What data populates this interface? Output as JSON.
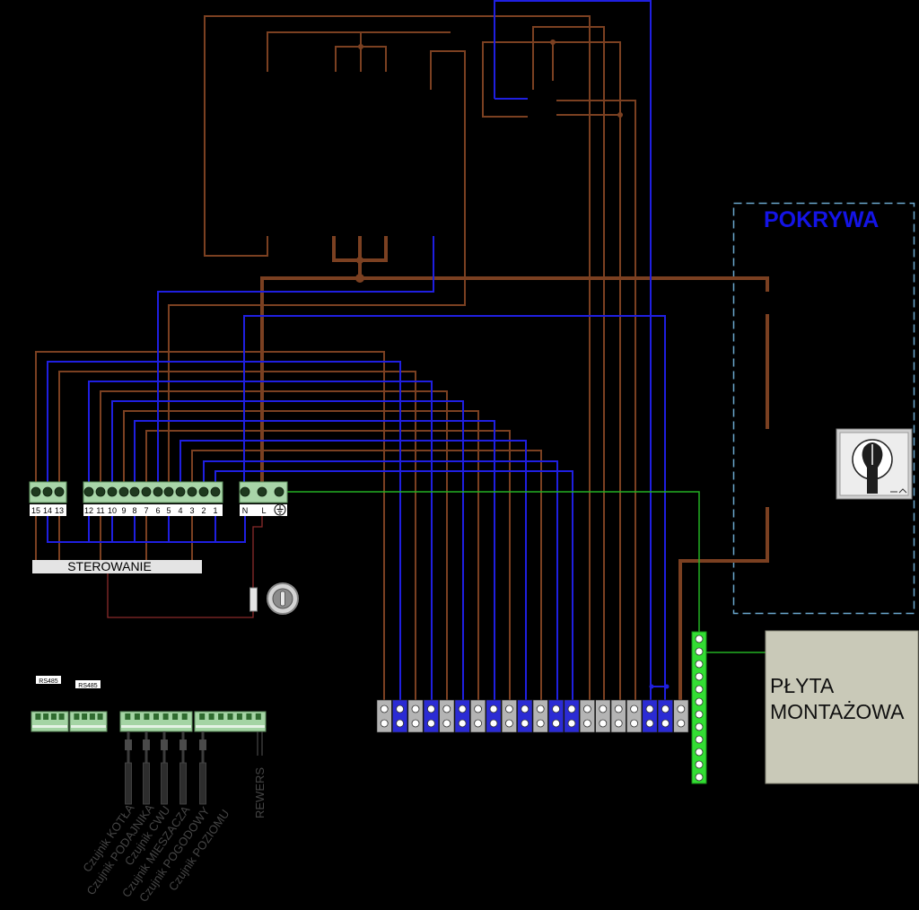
{
  "cover": {
    "label": "POKRYWA"
  },
  "terminal_blocks": {
    "block_a": [
      "15",
      "14",
      "13"
    ],
    "block_b": [
      "12",
      "11",
      "10",
      "9",
      "8",
      "7",
      "6",
      "5",
      "4",
      "3",
      "2",
      "1"
    ],
    "block_c": [
      "N",
      "L"
    ]
  },
  "control_label": "STEROWANIE",
  "rs485_labels": [
    "RS485",
    "RS485"
  ],
  "sensors": [
    "Czujnik KOTŁA",
    "Czujnik PODAJNIKA",
    "Czujnik CWU",
    "Czujnik MIESZACZA",
    "Czujnik POGODOWY",
    "Czujnik POZIOMU"
  ],
  "reverse_label": "REWERS",
  "mounting_plate": {
    "line1": "PŁYTA",
    "line2": "MONTAŻOWA"
  },
  "colors": {
    "background": "#000000",
    "brown_wire": "#7b4021",
    "blue_wire": "#1f1fe0",
    "green_wire": "#22b022",
    "cover_label": "#1414e6"
  },
  "icons": {
    "ground": "ground-icon",
    "switch": "rotary-switch-icon",
    "fuse": "fuse-icon",
    "knob": "knob-icon"
  }
}
